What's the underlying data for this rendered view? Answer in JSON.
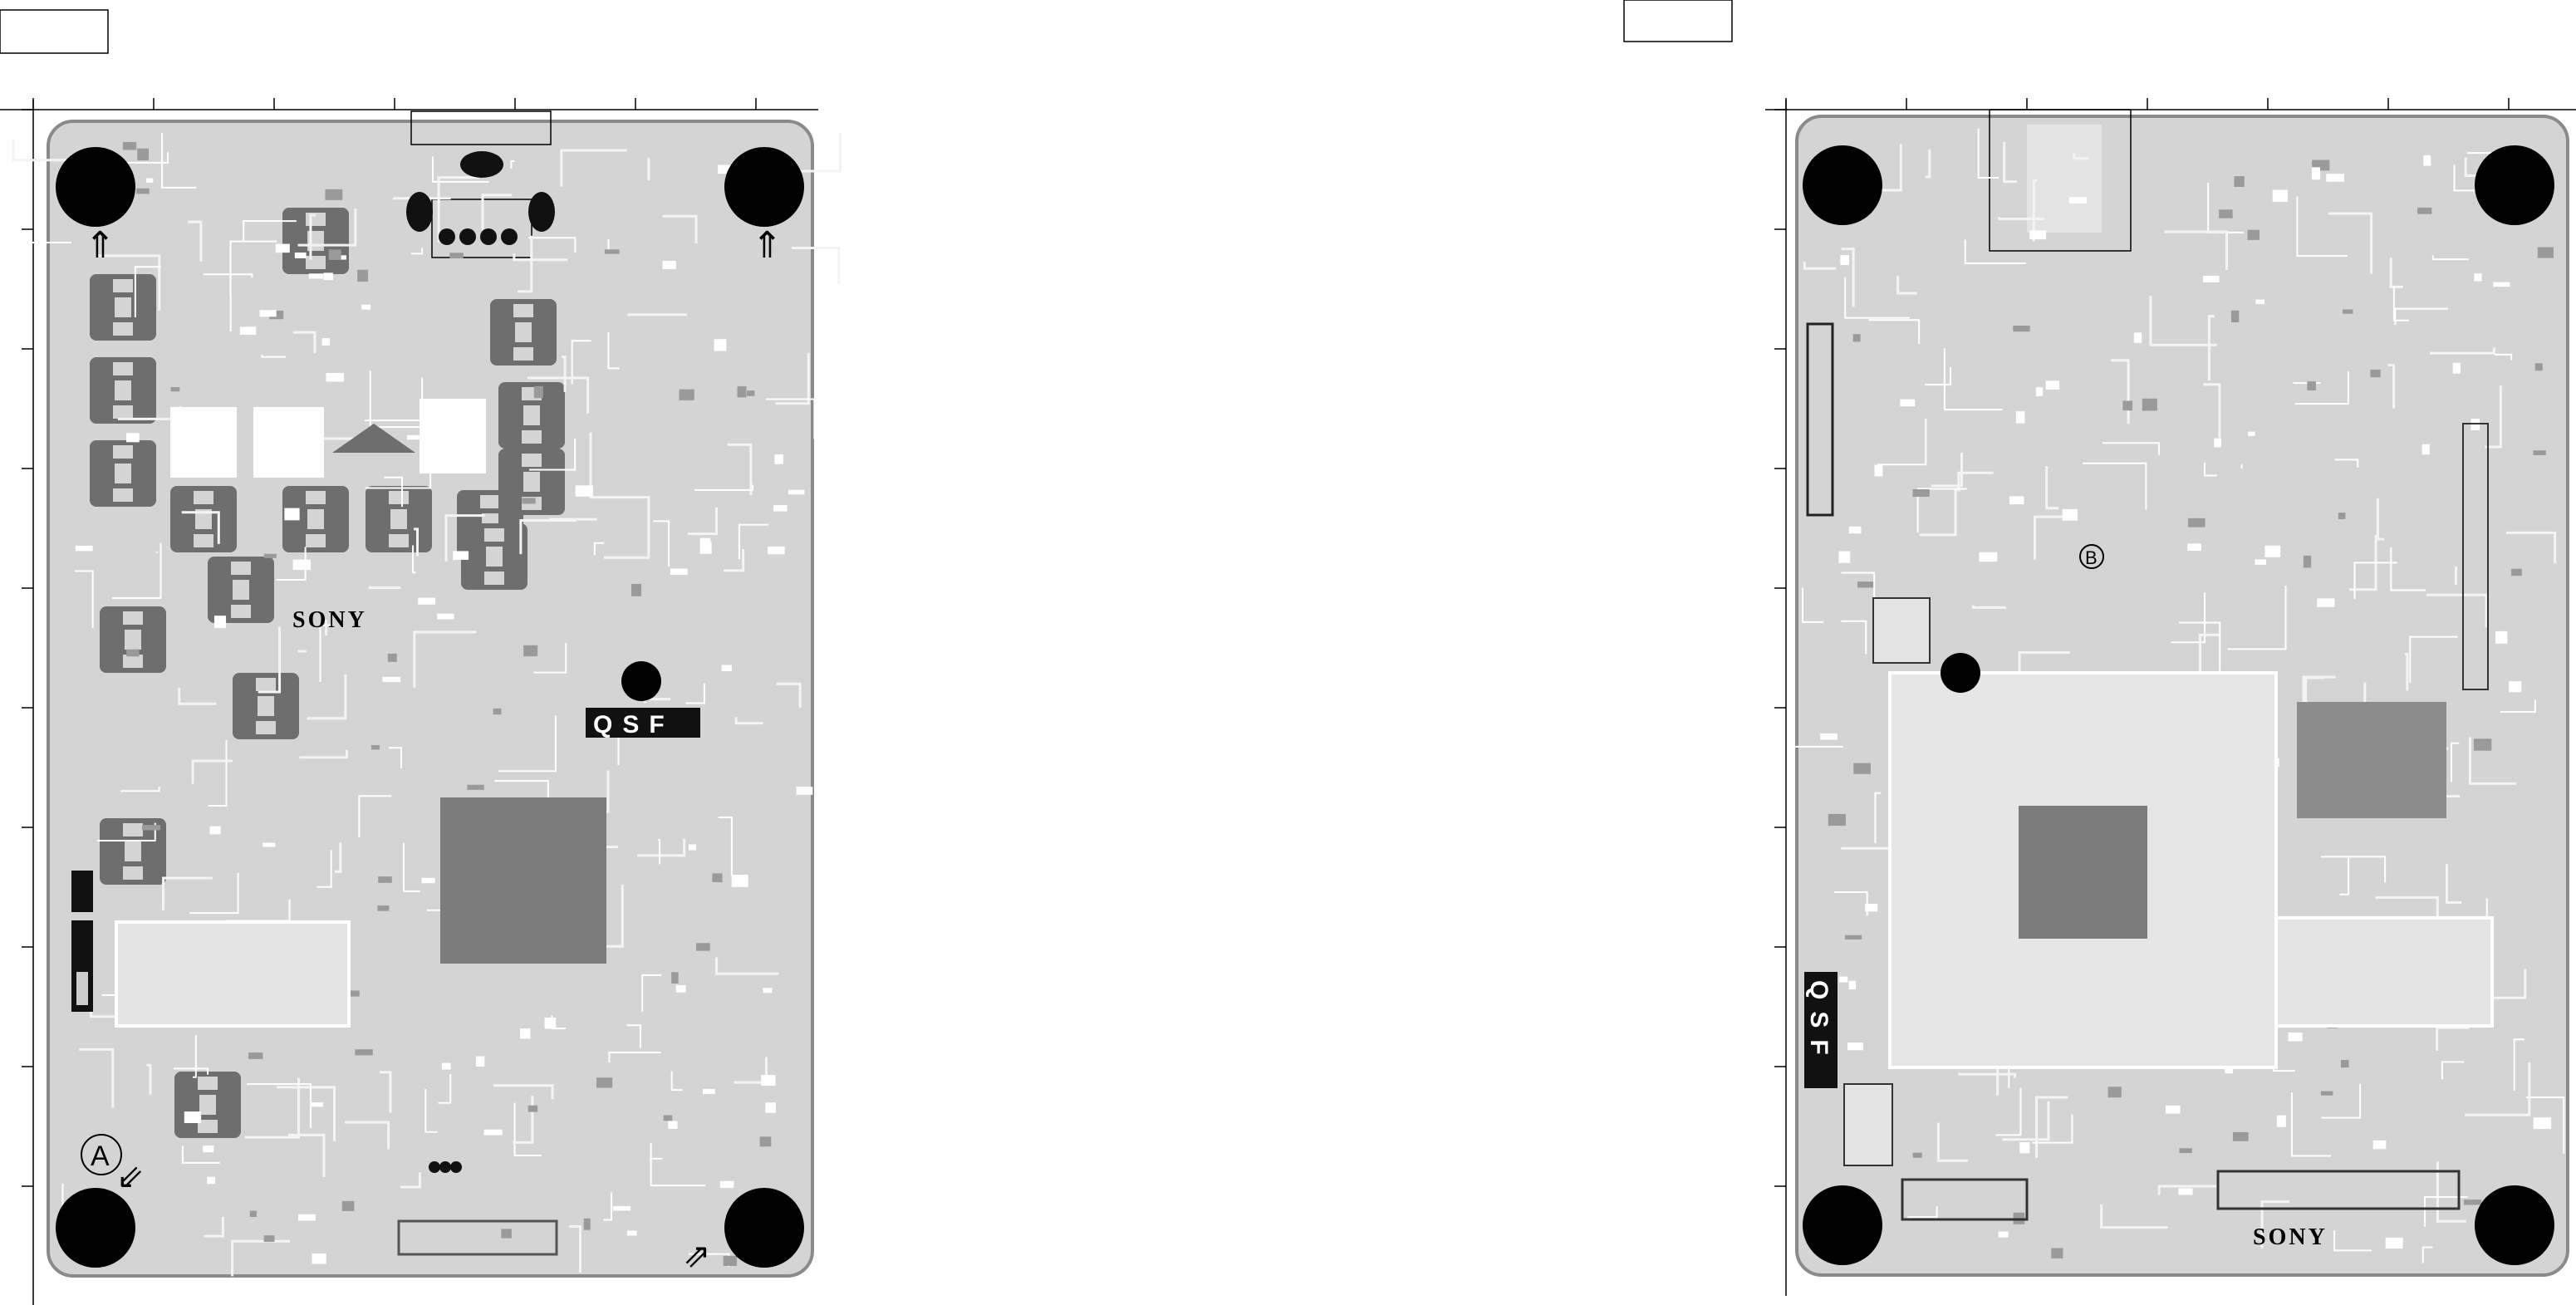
{
  "left_board": {
    "brand_logo": "SONY",
    "qsf_label": "QSF",
    "fiducial_mark": "A"
  },
  "right_board": {
    "brand_logo": "SONY",
    "qsf_label": "QSF",
    "fiducial_mark": "B"
  },
  "colors": {
    "board_fill": "#d4d4d4",
    "board_border": "#8a8a8a",
    "copper_trace": "#f4f4f4",
    "component": "#6e6e6e",
    "mounting_hole": "#000000"
  }
}
